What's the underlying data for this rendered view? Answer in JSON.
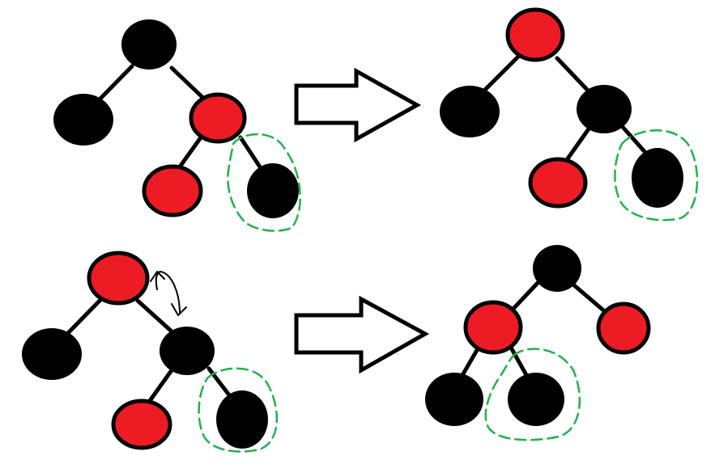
{
  "colors": {
    "background": "#ffffff",
    "black_node": "#000000",
    "red_node": "#ed1c24",
    "edge": "#000000",
    "highlight": "#22b14c",
    "arrow_fill": "#ffffff",
    "arrow_stroke": "#000000"
  },
  "icons": {
    "transform_arrow": "right-arrow-icon",
    "swap_marker": "curved-swap-arrow-icon"
  },
  "panels": [
    {
      "id": "top-before",
      "nodes": [
        {
          "id": "root",
          "color": "black"
        },
        {
          "id": "left",
          "color": "black"
        },
        {
          "id": "right",
          "color": "red"
        },
        {
          "id": "right-left",
          "color": "red"
        },
        {
          "id": "right-right",
          "color": "black",
          "highlighted": true
        }
      ]
    },
    {
      "id": "top-after",
      "nodes": [
        {
          "id": "root",
          "color": "red"
        },
        {
          "id": "left",
          "color": "black"
        },
        {
          "id": "right",
          "color": "black"
        },
        {
          "id": "right-left",
          "color": "red"
        },
        {
          "id": "right-right",
          "color": "black",
          "highlighted": true
        }
      ]
    },
    {
      "id": "bottom-before",
      "nodes": [
        {
          "id": "root",
          "color": "red"
        },
        {
          "id": "left",
          "color": "black"
        },
        {
          "id": "right",
          "color": "black"
        },
        {
          "id": "right-left",
          "color": "red"
        },
        {
          "id": "right-right",
          "color": "black",
          "highlighted": true
        }
      ],
      "swap_marker": true
    },
    {
      "id": "bottom-after",
      "nodes": [
        {
          "id": "root",
          "color": "black"
        },
        {
          "id": "left",
          "color": "red"
        },
        {
          "id": "right",
          "color": "red"
        },
        {
          "id": "left-left",
          "color": "black"
        },
        {
          "id": "left-right",
          "color": "black",
          "highlighted": true
        }
      ]
    }
  ]
}
